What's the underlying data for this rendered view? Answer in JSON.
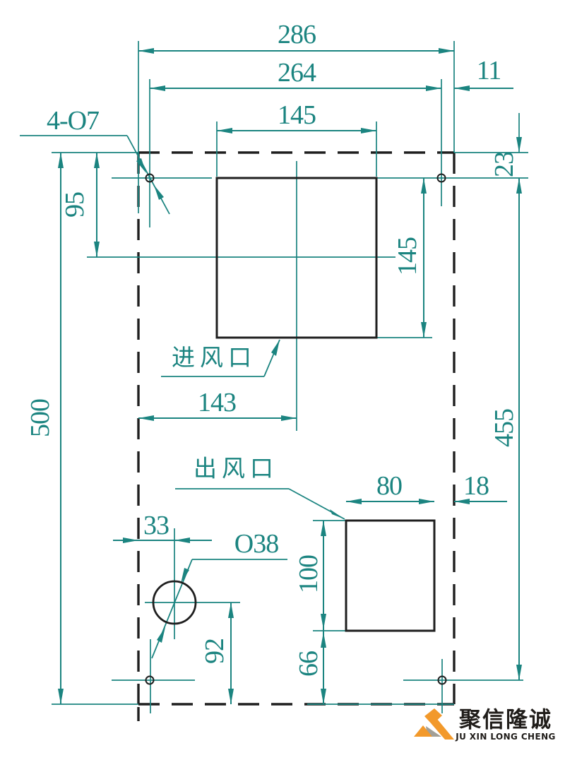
{
  "colors": {
    "dimension_teal": "#1b8480",
    "drawing_black": "#1f1f1f",
    "logo_orange": "#F2992B",
    "logo_gray": "#A29F97"
  },
  "callouts": {
    "mounting_holes": "4-O7",
    "inlet_label": "进风口",
    "outlet_label": "出风口",
    "round_hole": "O38"
  },
  "dims": {
    "top_overall_width": "286",
    "hole_span_width": "264",
    "right_edge_offset": "11",
    "inlet_width": "145",
    "inlet_height": "145",
    "hole_top_offset": "23",
    "hole_vertical_span": "455",
    "inlet_center_from_top": "95",
    "overall_height": "500",
    "inlet_center_from_left": "143",
    "outlet_width": "80",
    "outlet_right_offset": "18",
    "outlet_height": "100",
    "outlet_bottom_offset": "66",
    "circle_from_left": "33",
    "circle_from_bottom": "92"
  },
  "logo": {
    "name_cn": "聚信隆诚",
    "name_en": "JU XIN LONG CHENG"
  }
}
